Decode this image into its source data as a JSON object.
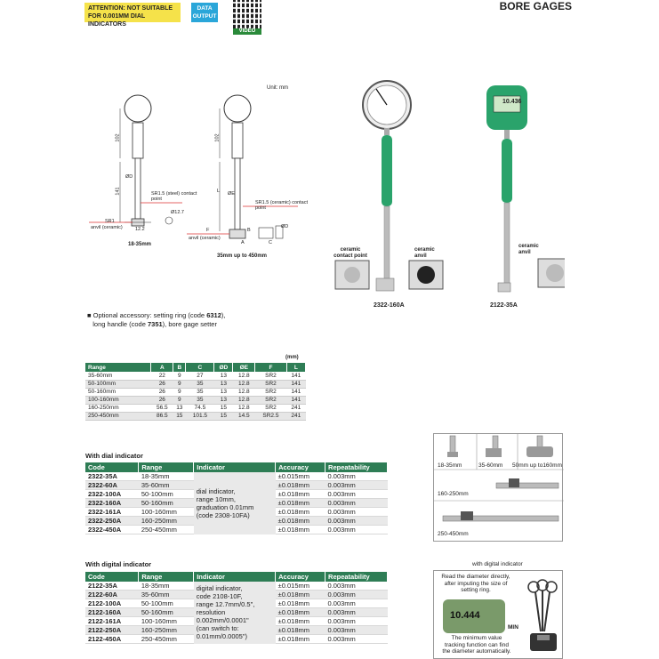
{
  "header": {
    "warning": "ATTENTION: NOT SUITABLE FOR 0.001MM DIAL INDICATORS",
    "data_output": "DATA OUTPUT",
    "video": "VIDEO",
    "title": "BORE GAGES"
  },
  "drawings": {
    "unit": "Unit: mm",
    "left": {
      "dim_top": "102",
      "dim_bottom": "141",
      "phi_d": "ØD",
      "sr_steel": "SR1.5 (steel) contact point",
      "sr1": "SR1",
      "anvil": "anvil (ceramic)",
      "w12_2": "12.2",
      "phi12_7": "Ø12.7",
      "caption": "18-35mm"
    },
    "right": {
      "dim_top": "102",
      "l": "L",
      "phi_e": "ØE",
      "sr_ceramic": "SR1.5 (ceramic) contact point",
      "f": "F",
      "anvil": "anvil (ceramic)",
      "a": "A",
      "b": "B",
      "c": "C",
      "phi_d": "ØD",
      "caption": "35mm up to 450mm"
    }
  },
  "photos": {
    "dial": {
      "contact_label": "ceramic contact point",
      "anvil_label": "ceramic anvil",
      "model": "2322-160A"
    },
    "digital": {
      "display": "10.436",
      "anvil_label": "ceramic anvil",
      "model": "2122-35A"
    }
  },
  "accessory_note": {
    "line1_prefix": "Optional accessory: setting ring (code ",
    "line1_code": "6312",
    "line1_suffix": "),",
    "line2_prefix": "long handle (code ",
    "line2_code": "7351",
    "line2_suffix": "), bore gage setter"
  },
  "spec_table": {
    "unit": "(mm)",
    "headers": [
      "Range",
      "A",
      "B",
      "C",
      "ØD",
      "ØE",
      "F",
      "L"
    ],
    "rows": [
      [
        "35-60mm",
        "22",
        "9",
        "27",
        "13",
        "12.8",
        "SR2",
        "141"
      ],
      [
        "50-100mm",
        "26",
        "9",
        "35",
        "13",
        "12.8",
        "SR2",
        "141"
      ],
      [
        "50-160mm",
        "26",
        "9",
        "35",
        "13",
        "12.8",
        "SR2",
        "141"
      ],
      [
        "100-160mm",
        "26",
        "9",
        "35",
        "13",
        "12.8",
        "SR2",
        "141"
      ],
      [
        "160-250mm",
        "56.5",
        "13",
        "74.5",
        "15",
        "12.8",
        "SR2",
        "241"
      ],
      [
        "250-450mm",
        "86.5",
        "15",
        "101.5",
        "15",
        "14.5",
        "SR2.5",
        "241"
      ]
    ]
  },
  "dial_table": {
    "title": "With dial indicator",
    "headers": [
      "Code",
      "Range",
      "Indicator",
      "Accuracy",
      "Repeatability"
    ],
    "indicator": [
      "dial indicator,",
      "range 10mm,",
      "graduation 0.01mm",
      "(code 2308-10FA)"
    ],
    "rows": [
      [
        "2322-35A",
        "18-35mm",
        "±0.015mm",
        "0.003mm"
      ],
      [
        "2322-60A",
        "35-60mm",
        "±0.018mm",
        "0.003mm"
      ],
      [
        "2322-100A",
        "50-100mm",
        "±0.018mm",
        "0.003mm"
      ],
      [
        "2322-160A",
        "50-160mm",
        "±0.018mm",
        "0.003mm"
      ],
      [
        "2322-161A",
        "100-160mm",
        "±0.018mm",
        "0.003mm"
      ],
      [
        "2322-250A",
        "160-250mm",
        "±0.018mm",
        "0.003mm"
      ],
      [
        "2322-450A",
        "250-450mm",
        "±0.018mm",
        "0.003mm"
      ]
    ]
  },
  "digital_table": {
    "title": "With digital indicator",
    "headers": [
      "Code",
      "Range",
      "Indicator",
      "Accuracy",
      "Repeatability"
    ],
    "indicator": [
      "digital indicator,",
      "code 2108-10F,",
      "range 12.7mm/0.5\",",
      "resolution",
      "0.002mm/0.0001\"",
      "(can switch to:",
      "0.01mm/0.0005\")"
    ],
    "rows": [
      [
        "2122-35A",
        "18-35mm",
        "±0.015mm",
        "0.003mm"
      ],
      [
        "2122-60A",
        "35-60mm",
        "±0.018mm",
        "0.003mm"
      ],
      [
        "2122-100A",
        "50-100mm",
        "±0.018mm",
        "0.003mm"
      ],
      [
        "2122-160A",
        "50-160mm",
        "±0.018mm",
        "0.003mm"
      ],
      [
        "2122-161A",
        "100-160mm",
        "±0.018mm",
        "0.003mm"
      ],
      [
        "2122-250A",
        "160-250mm",
        "±0.018mm",
        "0.003mm"
      ],
      [
        "2122-450A",
        "250-450mm",
        "±0.018mm",
        "0.003mm"
      ]
    ]
  },
  "anvil_panel": {
    "labels": [
      "18-35mm",
      "35-60mm",
      "50mm up to160mm"
    ],
    "bar1": "160-250mm",
    "bar2": "250-450mm"
  },
  "digital_panel": {
    "caption": "with digital indicator",
    "desc": [
      "Read the diameter directly,",
      "after imputing the size of",
      "setting ring."
    ],
    "display": "10.444",
    "min": "MIN",
    "tracking": [
      "The minimum value",
      "tracking function can find",
      "the diameter automatically."
    ]
  },
  "colors": {
    "green": "#2e7d55",
    "handle": "#2aa36b",
    "yellow": "#f5e24a",
    "blue": "#2aa6d9"
  }
}
